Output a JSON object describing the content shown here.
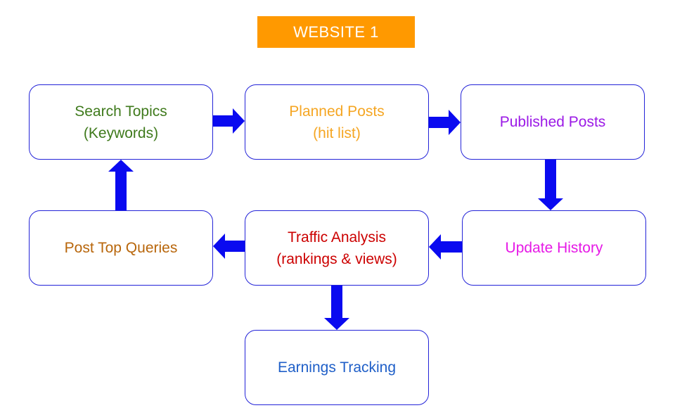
{
  "title": "WEBSITE 1",
  "colors": {
    "title_bg": "#ff9900",
    "title_text": "#ffffff",
    "box_border": "#2323d8",
    "arrow": "#0a0af0",
    "search_topics": "#3f7a1c",
    "planned_posts": "#f5a623",
    "published_posts": "#9b19e6",
    "update_history": "#e619e6",
    "traffic_analysis": "#cc0000",
    "post_top_queries": "#b8660b",
    "earnings_tracking": "#1f5fc8"
  },
  "nodes": {
    "search_topics": {
      "line1": "Search Topics",
      "line2": "(Keywords)"
    },
    "planned_posts": {
      "line1": "Planned Posts",
      "line2": "(hit list)"
    },
    "published_posts": {
      "line1": "Published Posts"
    },
    "update_history": {
      "line1": "Update History"
    },
    "traffic_analysis": {
      "line1": "Traffic Analysis",
      "line2": "(rankings & views)"
    },
    "post_top_queries": {
      "line1": "Post Top Queries"
    },
    "earnings_tracking": {
      "line1": "Earnings Tracking"
    }
  },
  "edges": [
    {
      "from": "search_topics",
      "to": "planned_posts"
    },
    {
      "from": "planned_posts",
      "to": "published_posts"
    },
    {
      "from": "published_posts",
      "to": "update_history"
    },
    {
      "from": "update_history",
      "to": "traffic_analysis"
    },
    {
      "from": "traffic_analysis",
      "to": "post_top_queries"
    },
    {
      "from": "traffic_analysis",
      "to": "earnings_tracking"
    },
    {
      "from": "post_top_queries",
      "to": "search_topics"
    }
  ]
}
